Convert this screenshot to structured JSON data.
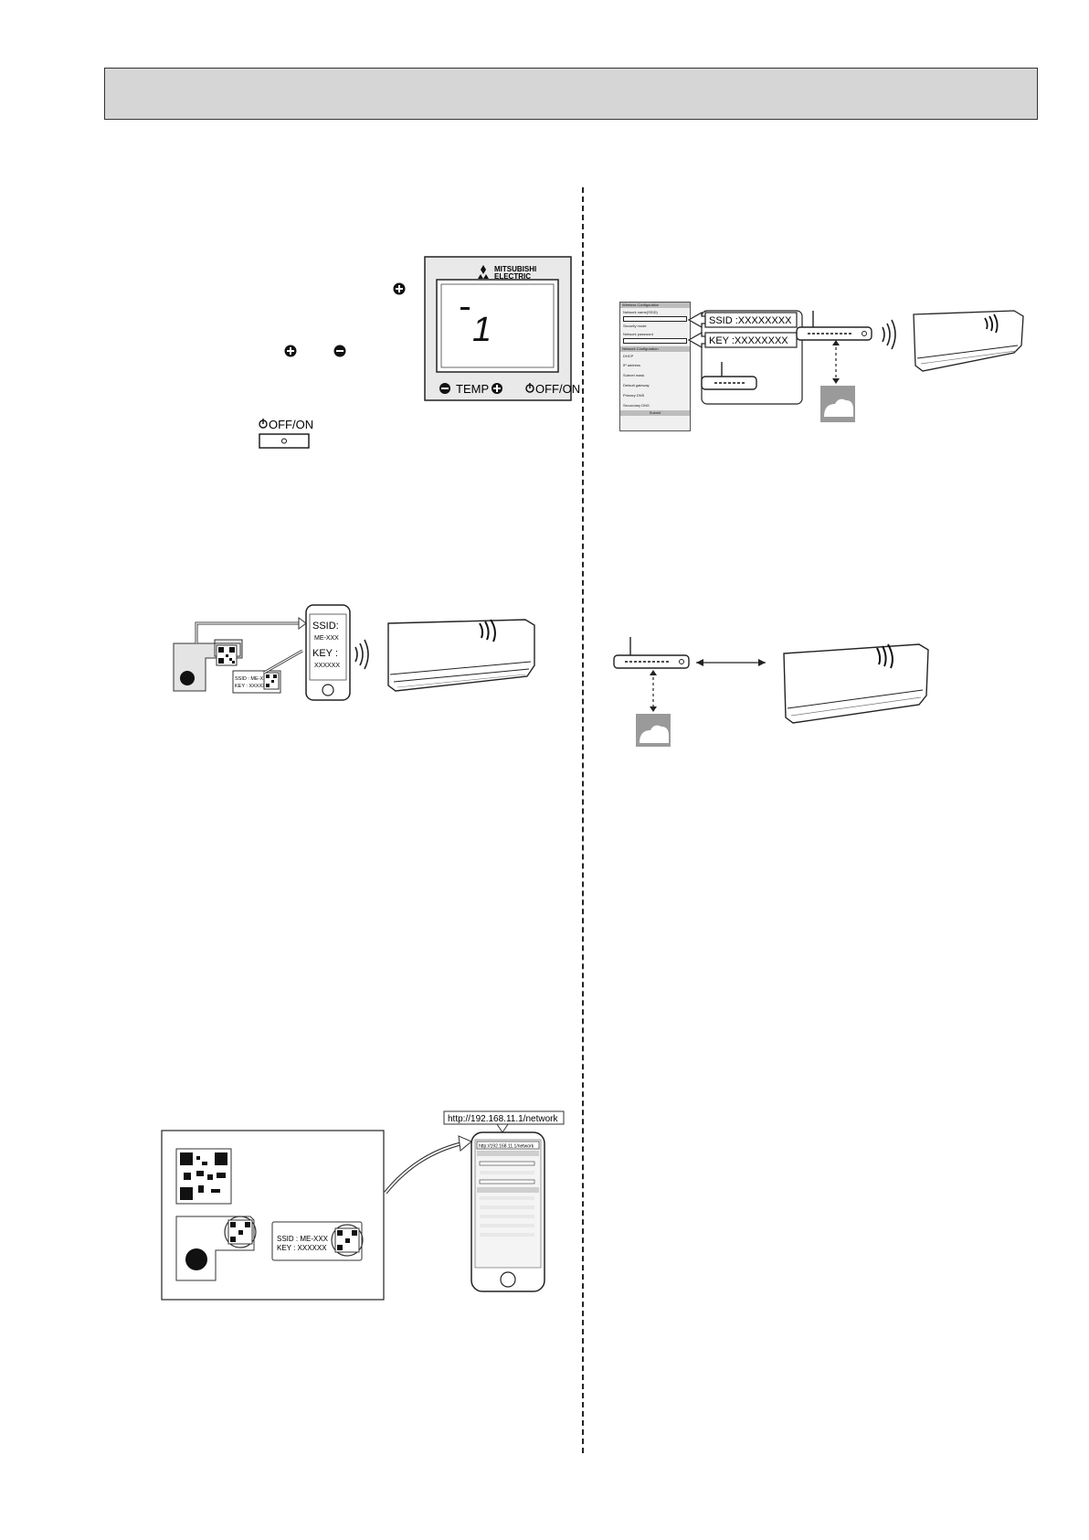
{
  "remote": {
    "brand_line1": "MITSUBISHI",
    "brand_line2": "ELECTRIC",
    "lcd_text": "1",
    "temp_label": "TEMP",
    "offon_label": "OFF/ON"
  },
  "power_button": {
    "label": "OFF/ON"
  },
  "phone_connect": {
    "ssid_label": "SSID:",
    "ssid_value": "ME-XXX",
    "key_label": "KEY :",
    "key_value": "XXXXXX",
    "sticker_ssid": "SSID : ME-XXX",
    "sticker_key": "KEY : XXXXXX"
  },
  "router_config": {
    "ssid_tag": "SSID :XXXXXXXX",
    "key_tag": "KEY :XXXXXXXX",
    "form_fields": [
      "Wireless Configuration",
      "Network name(SSID)",
      "Security mode",
      "Network password",
      "Network Configuration",
      "DHCP",
      "IP address",
      "Subnet mask",
      "Default gateway",
      "Primary DNS",
      "Secondary DNS",
      "Submit"
    ]
  },
  "web_config": {
    "url": "http://192.168.11.1/network",
    "phone_url": "http://192.168.11.1/network",
    "sticker_ssid": "SSID : ME-XXX",
    "sticker_key": "KEY : XXXXXX"
  }
}
